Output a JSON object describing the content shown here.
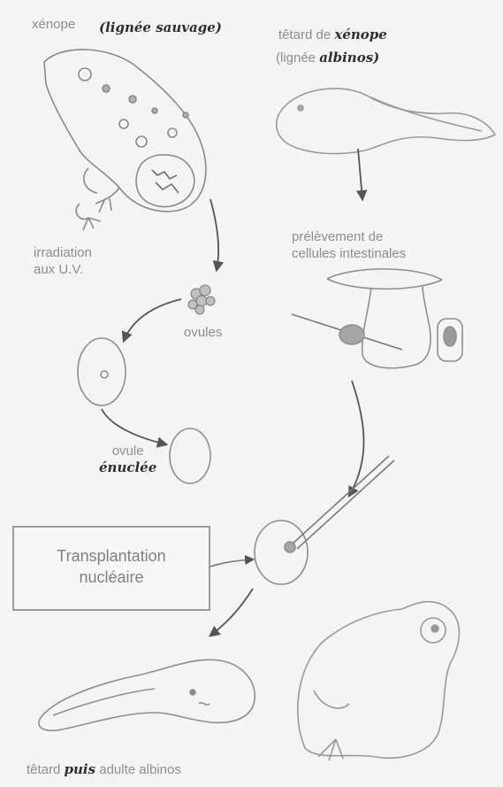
{
  "labels": {
    "xenope": "xénope",
    "lignee_sauvage": "(lignée sauvage)",
    "tetard_de": "têtard de",
    "xenope2": "xénope",
    "lignee": "(lignée",
    "albinos": "albinos)",
    "irradiation_1": "irradiation",
    "irradiation_2": "aux U.V.",
    "prelevement_1": "prélèvement de",
    "prelevement_2": "cellules intestinales",
    "ovules": "ovules",
    "ovule": "ovule",
    "enucle": "énuclée",
    "transplantation_1": "Transplantation",
    "transplantation_2": "nucléaire",
    "bottom_1": "têtard",
    "bottom_2": "puis",
    "bottom_3": "adulte albinos"
  },
  "colors": {
    "ink": "#8d8d8d",
    "handwriting": "#2e2e2e",
    "background": "#f4f4f2"
  }
}
